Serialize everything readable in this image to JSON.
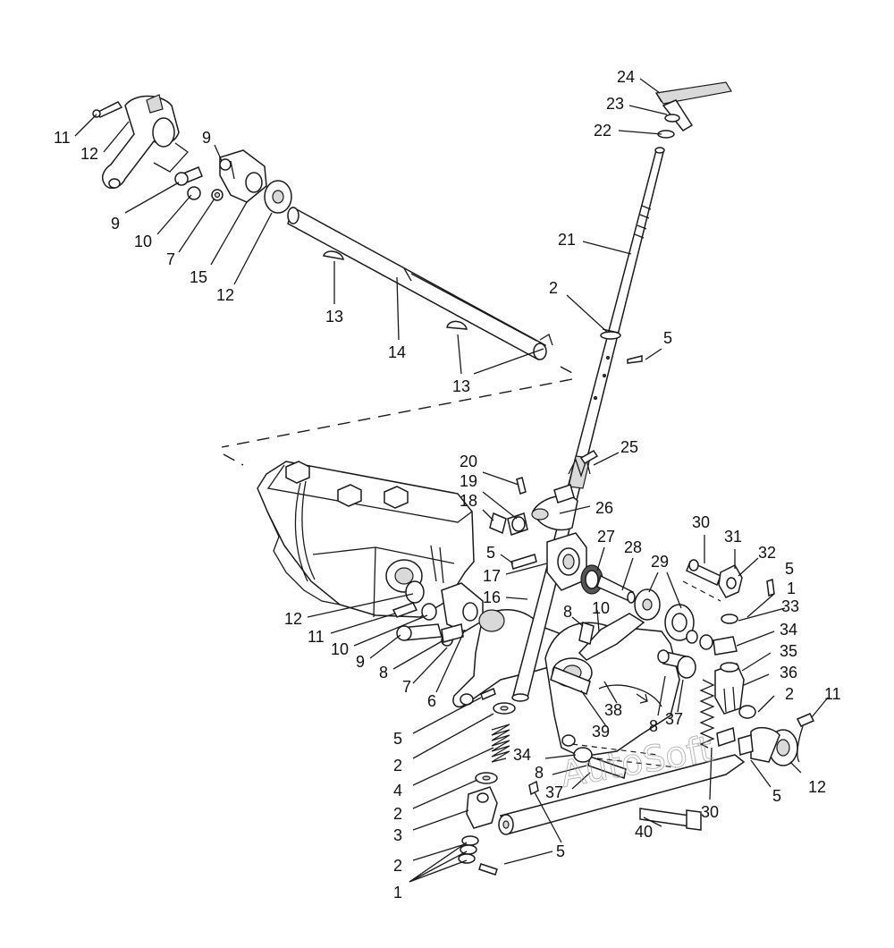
{
  "watermark": "AutoSoft",
  "callouts": {
    "c1": "1",
    "c2": "2",
    "c3": "3",
    "c4": "4",
    "c5": "5",
    "c6": "6",
    "c7": "7",
    "c8": "8",
    "c9": "9",
    "c10": "10",
    "c11": "11",
    "c12": "12",
    "c13": "13",
    "c14": "14",
    "c15": "15",
    "c16": "16",
    "c17": "17",
    "c18": "18",
    "c19": "19",
    "c20": "20",
    "c21": "21",
    "c22": "22",
    "c23": "23",
    "c24": "24",
    "c25": "25",
    "c26": "26",
    "c27": "27",
    "c28": "28",
    "c29": "29",
    "c30": "30",
    "c31": "31",
    "c32": "32",
    "c33": "33",
    "c34": "34",
    "c35": "35",
    "c36": "36",
    "c37": "37",
    "c38": "38",
    "c39": "39",
    "c40": "40"
  }
}
